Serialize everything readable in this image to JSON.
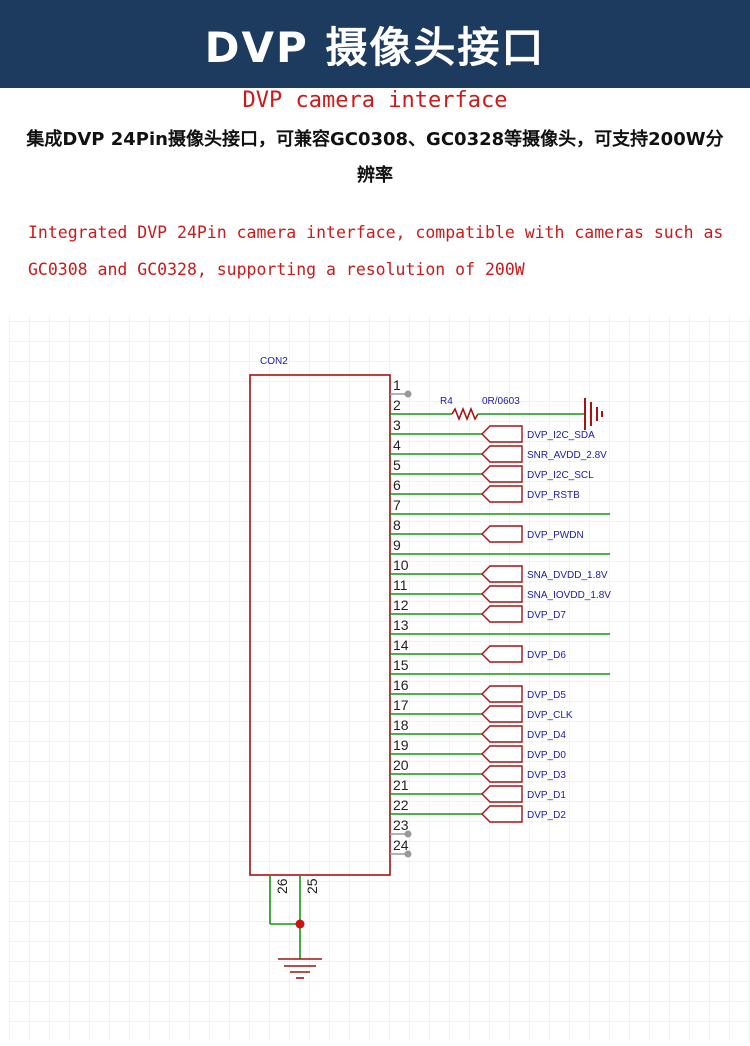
{
  "banner": {
    "title": "DVP 摄像头接口"
  },
  "subtitle_en": "DVP camera interface",
  "description_zh": "集成DVP 24Pin摄像头接口，可兼容GC0308、GC0328等摄像头，可支持200W分辨率",
  "description_en": "Integrated DVP 24Pin camera interface, compatible with cameras such as GC0308 and GC0328, supporting a resolution of 200W",
  "schematic": {
    "connector_ref": "CON2",
    "resistor_ref": "R4",
    "resistor_value": "0R/0603",
    "pins": [
      "1",
      "2",
      "3",
      "4",
      "5",
      "6",
      "7",
      "8",
      "9",
      "10",
      "11",
      "12",
      "13",
      "14",
      "15",
      "16",
      "17",
      "18",
      "19",
      "20",
      "21",
      "22",
      "23",
      "24"
    ],
    "bottom_pins": [
      "26",
      "25"
    ],
    "net_labels": [
      "DVP_I2C_SDA",
      "SNR_AVDD_2.8V",
      "DVP_I2C_SCL",
      "DVP_RSTB",
      "DVP_PWDN",
      "SNA_DVDD_1.8V",
      "SNA_IOVDD_1.8V",
      "DVP_D7",
      "DVP_D6",
      "DVP_D5",
      "DVP_CLK",
      "DVP_D4",
      "DVP_D0",
      "DVP_D3",
      "DVP_D1",
      "DVP_D2"
    ]
  },
  "colors": {
    "banner": "#1d3a5f",
    "accent_red": "#d01818",
    "wire_green": "#119911",
    "symbol_red": "#aa1111",
    "label_blue": "#1a1ab0"
  }
}
